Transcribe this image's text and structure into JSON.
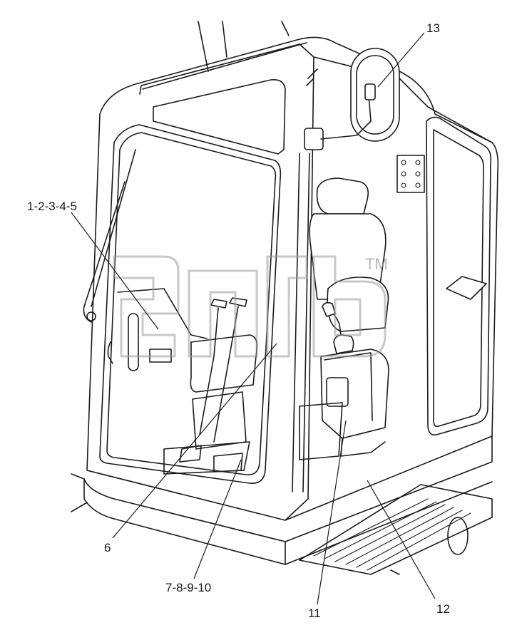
{
  "diagram": {
    "callouts": [
      {
        "id": "c13",
        "label": "13"
      },
      {
        "id": "c1to5",
        "label": "1-2-3-4-5"
      },
      {
        "id": "c6",
        "label": "6"
      },
      {
        "id": "c7to10",
        "label": "7-8-9-10"
      },
      {
        "id": "c11",
        "label": "11"
      },
      {
        "id": "c12",
        "label": "12"
      }
    ]
  },
  "watermark": {
    "mark": "TM"
  },
  "colors": {
    "ink": "#1a1a1a",
    "watermark": "#9a9a9a",
    "background": "#ffffff"
  }
}
